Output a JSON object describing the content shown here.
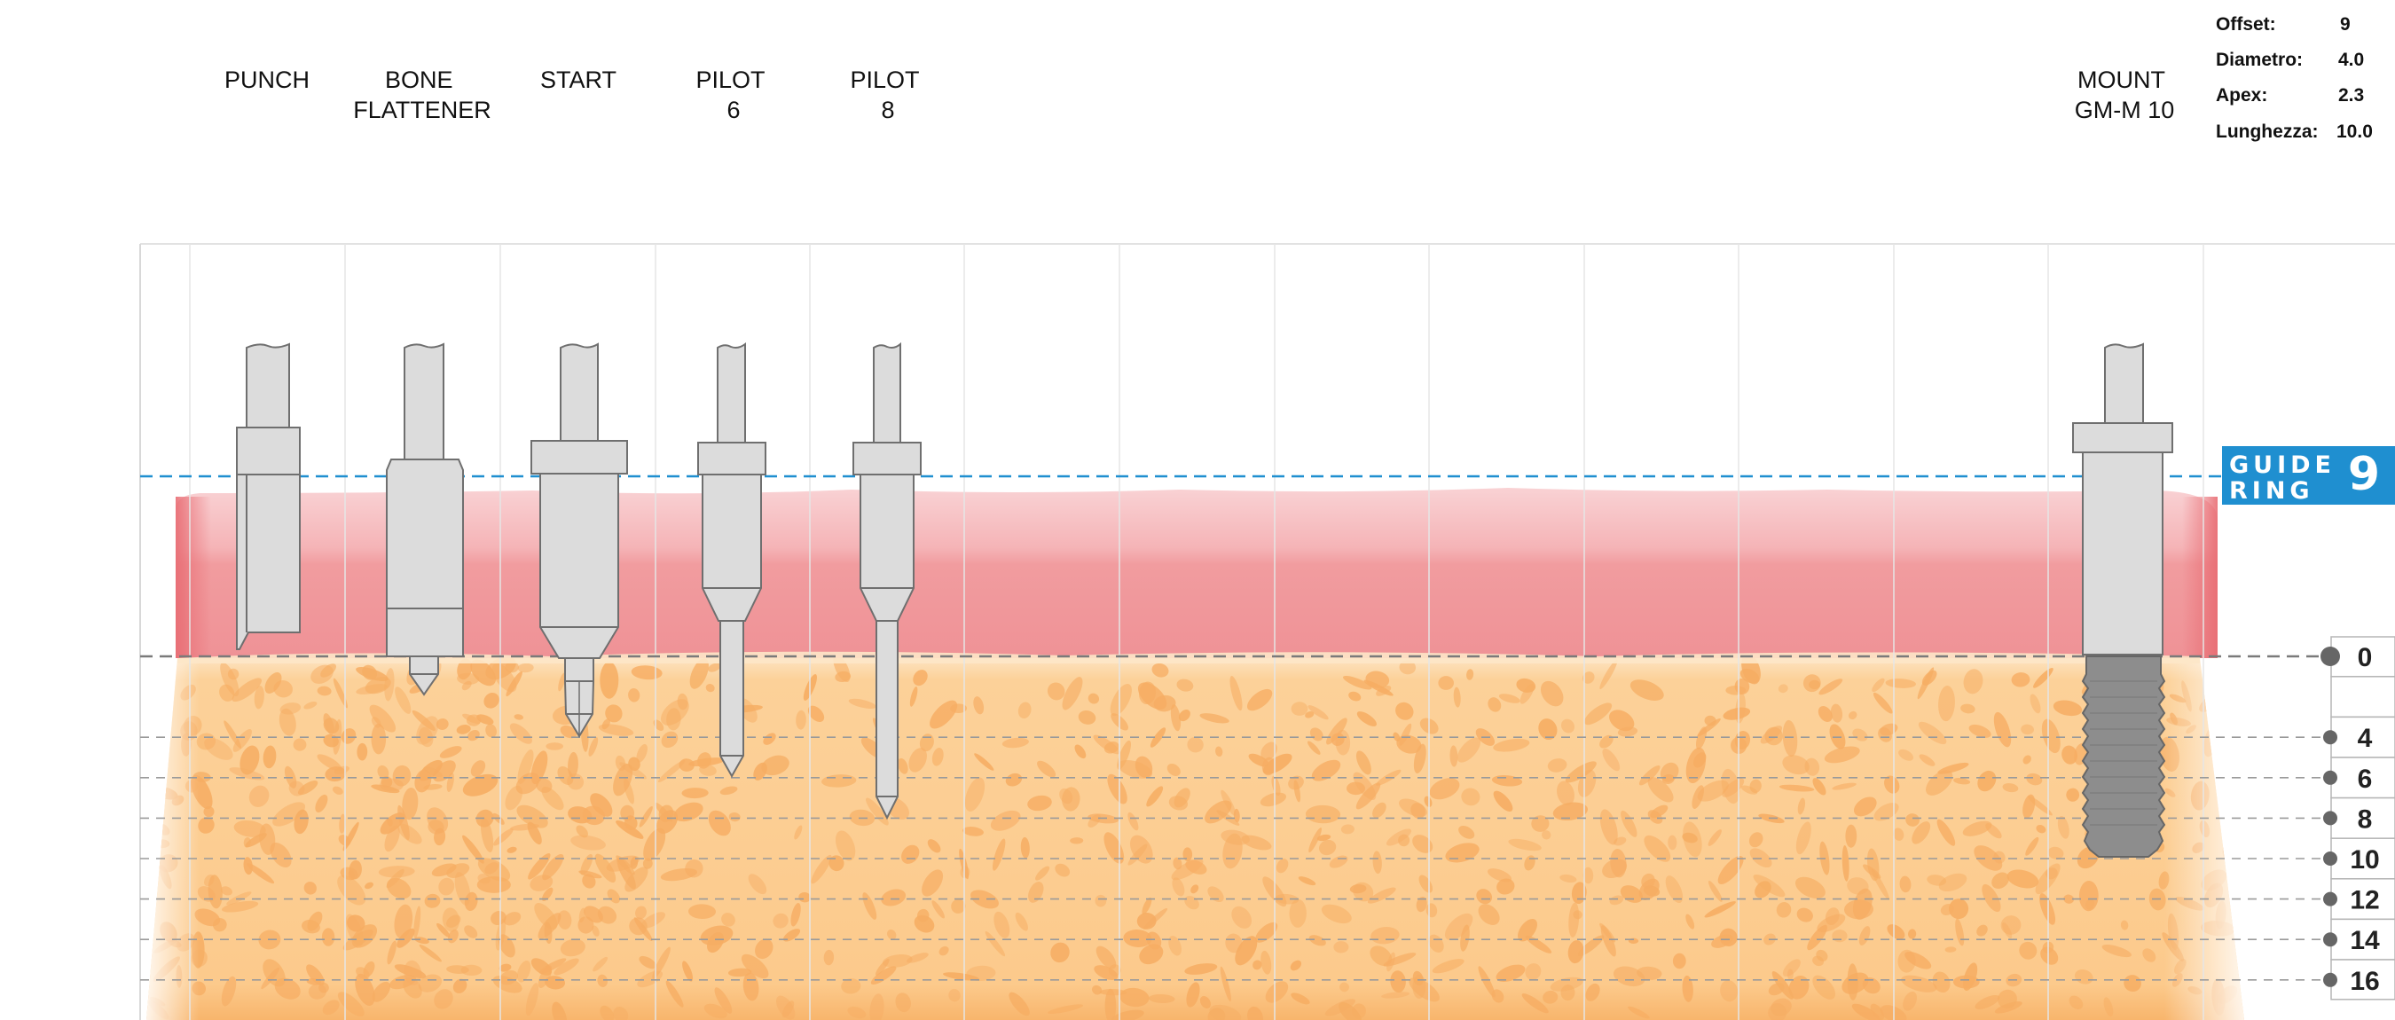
{
  "tools": [
    {
      "id": "punch",
      "label_lines": [
        "PUNCH"
      ]
    },
    {
      "id": "bone-flattener",
      "label_lines": [
        "BONE",
        "FLATTENER"
      ]
    },
    {
      "id": "start",
      "label_lines": [
        "START"
      ]
    },
    {
      "id": "pilot-6",
      "label_lines": [
        "PILOT",
        "6"
      ]
    },
    {
      "id": "pilot-8",
      "label_lines": [
        "PILOT",
        "8"
      ]
    },
    {
      "id": "mount",
      "label_lines": [
        "MOUNT",
        "GM-M 10"
      ]
    }
  ],
  "info_panel": [
    {
      "key": "Offset:",
      "value": "9"
    },
    {
      "key": "Diametro:",
      "value": "4.0"
    },
    {
      "key": "Apex:",
      "value": "2.3"
    },
    {
      "key": "Lunghezza:",
      "value": "10.0"
    }
  ],
  "guide_ring": {
    "line1": "GUIDE",
    "line2": "RING",
    "number": "9"
  },
  "depth_scale": [
    {
      "label": "0",
      "value": 0
    },
    {
      "label": "",
      "value": 2
    },
    {
      "label": "4",
      "value": 4
    },
    {
      "label": "6",
      "value": 6
    },
    {
      "label": "8",
      "value": 8
    },
    {
      "label": "10",
      "value": 10
    },
    {
      "label": "12",
      "value": 12
    },
    {
      "label": "14",
      "value": 14
    },
    {
      "label": "16",
      "value": 16
    }
  ],
  "colors": {
    "guide_blue": "#1f8fd0",
    "gum_top": "#f8c9cb",
    "gum_bottom": "#ef8f93",
    "bone": "#fcc98a",
    "bone_spots": "#f5a962",
    "instrument": "#dcdcdc",
    "implant": "#8d8d8d"
  }
}
